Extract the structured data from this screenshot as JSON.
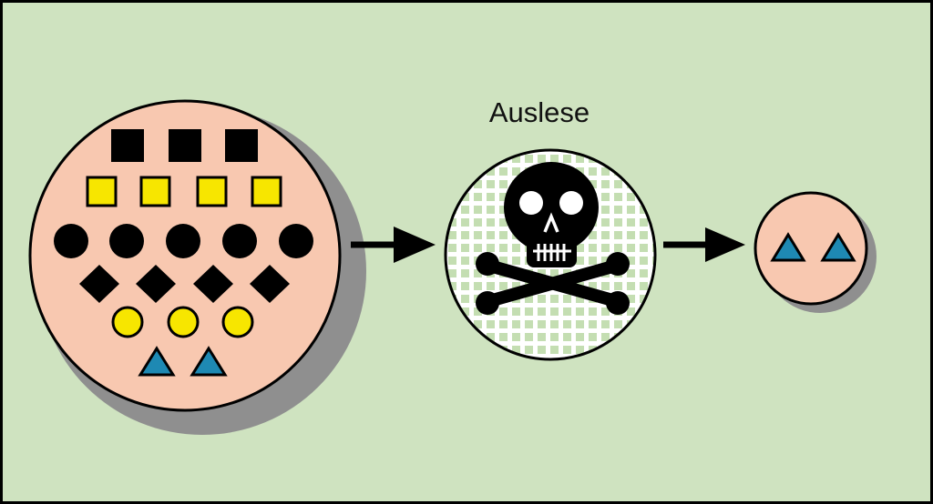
{
  "selection_label": "Auslese",
  "colors": {
    "background": "#cfe3c0",
    "frame": "#000000",
    "population_fill": "#f8c8b0",
    "shadow": "#8f8f8f",
    "filter_fill": "#ffffff",
    "filter_pattern": "#c4deb2",
    "yellow": "#f7e600",
    "blue": "#1e89b3",
    "black": "#000000"
  },
  "initial_population": {
    "black_squares": 3,
    "yellow_squares": 4,
    "black_circles": 5,
    "black_diamonds": 4,
    "yellow_circles": 3,
    "blue_triangles": 2
  },
  "survivors": {
    "blue_triangles": 2
  },
  "icons": [
    "arrow-right-icon",
    "skull-crossbones-icon",
    "arrow-right-icon"
  ]
}
